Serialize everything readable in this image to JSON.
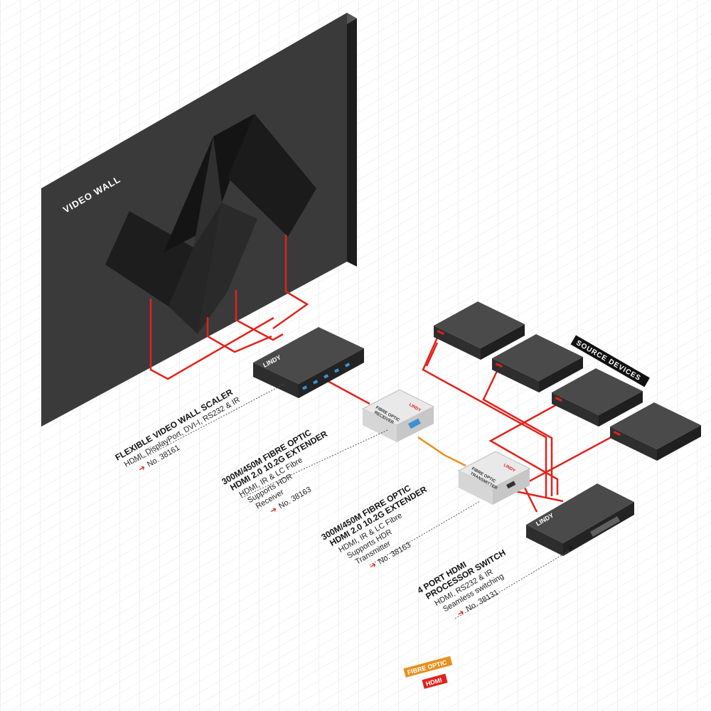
{
  "video_wall": {
    "label": "VIDEO WALL"
  },
  "source_devices": {
    "label": "SOURCE DEVICES"
  },
  "brand": {
    "name": "LINDY"
  },
  "devices": {
    "receiver_label": [
      "FIBRE OPTIC",
      "RECEIVER"
    ],
    "transmitter_label": [
      "FIBRE OPTIC",
      "TRANSMITTER"
    ]
  },
  "products": [
    {
      "title": [
        "FLEXIBLE VIDEO WALL SCALER"
      ],
      "lines": [
        "HDMI, DisplayPort, DVI-I, RS232 & IR"
      ],
      "number": "No. 38161"
    },
    {
      "title": [
        "300M/450M FIBRE OPTIC",
        "HDMI 2.0 10.2G EXTENDER"
      ],
      "lines": [
        "HDMI, IR & LC Fibre",
        "Supports HDR",
        "Receiver"
      ],
      "number": "No. 38163"
    },
    {
      "title": [
        "300M/450M FIBRE OPTIC",
        "HDMI 2.0 10.2G EXTENDER"
      ],
      "lines": [
        "HDMI, IR & LC Fibre",
        "Supports HDR",
        "Transmitter"
      ],
      "number": "No. 38163"
    },
    {
      "title": [
        "4 PORT HDMI",
        "PROCESSOR SWITCH"
      ],
      "lines": [
        "HDMI, RS232 & IR",
        "Seamless switching"
      ],
      "number": "No. 38131"
    }
  ],
  "legend": {
    "fibre": {
      "label": "FIBRE OPTIC",
      "color": "#e8901f"
    },
    "hdmi": {
      "label": "HDMI",
      "color": "#e0221b"
    }
  },
  "colors": {
    "accent_red": "#e0221b",
    "fibre_orange": "#e8901f",
    "device_dark": "#3d3d3d"
  }
}
